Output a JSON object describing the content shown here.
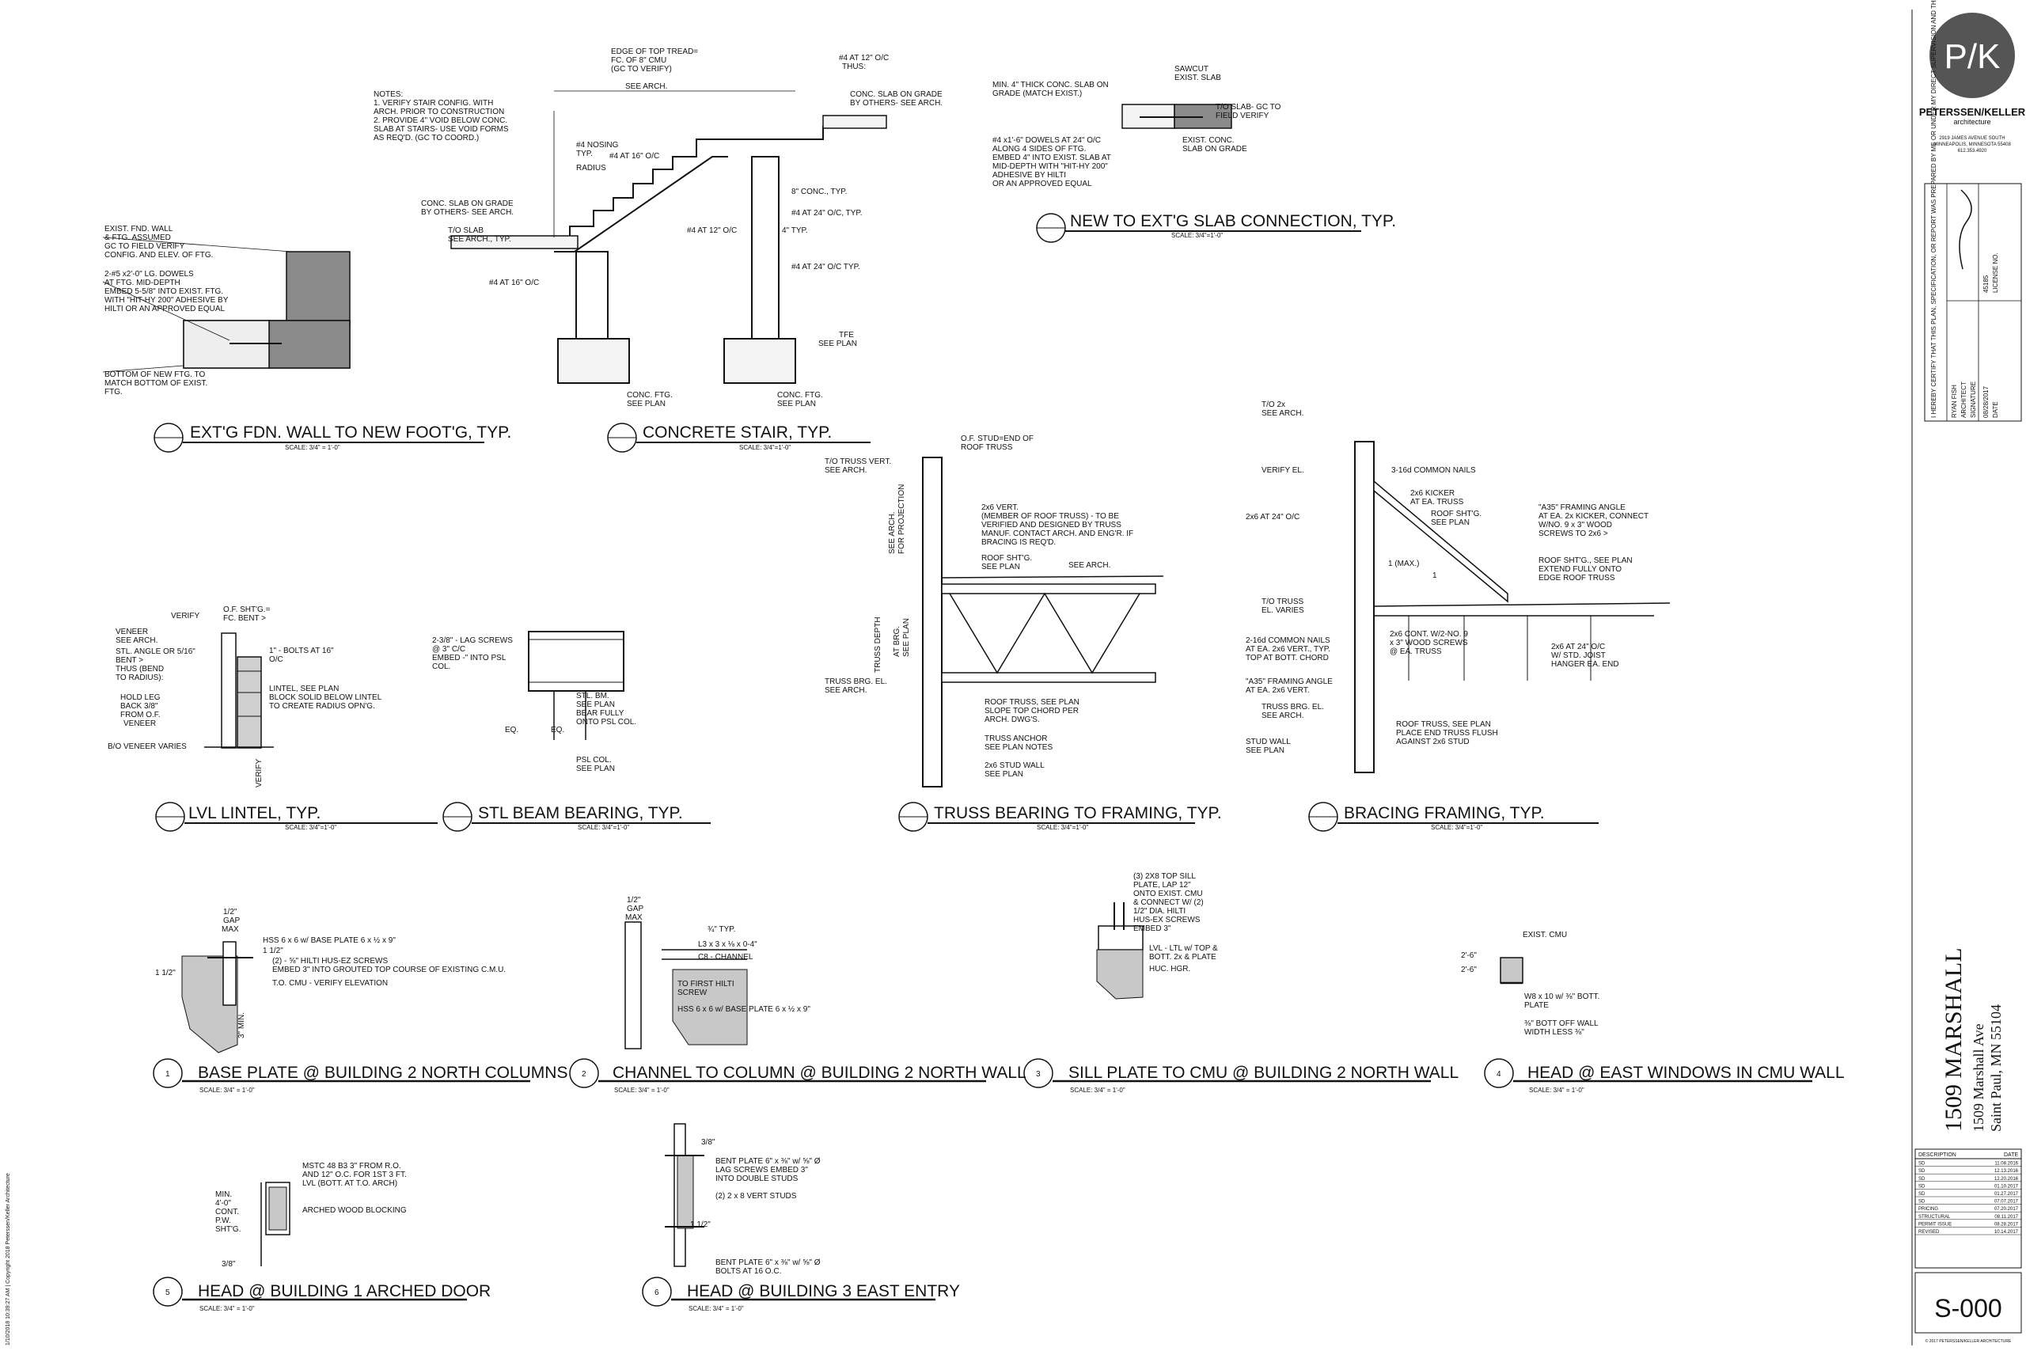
{
  "details": [
    {
      "id": "ext-fdn",
      "num": "",
      "title": "EXT'G FDN. WALL TO NEW FOOT'G, TYP.",
      "scale": "SCALE: 3/4\" = 1'-0\"",
      "notes": [
        "EXIST. FND. WALL",
        "& FTG. ASSUMED",
        "GC TO FIELD VERIFY",
        "CONFIG. AND ELEV. OF FTG.",
        "2-#5 x2'-0\" LG. DOWELS",
        "AT FTG. MID-DEPTH",
        "EMBED 5-5/8\" INTO EXIST. FTG.",
        "WITH \"HIT-HY 200\" ADHESIVE BY",
        "HILTI OR AN APPROVED EQUAL",
        "BOTTOM OF NEW FTG. TO",
        "MATCH BOTTOM OF EXIST.",
        "FTG."
      ]
    },
    {
      "id": "conc-stair",
      "num": "",
      "title": "CONCRETE STAIR, TYP.",
      "scale": "SCALE: 3/4\"=1'-0\"",
      "notes": [
        "NOTES:",
        "1.  VERIFY STAIR CONFIG. WITH",
        "     ARCH. PRIOR TO CONSTRUCTION",
        "2.  PROVIDE 4\" VOID BELOW CONC.",
        "     SLAB AT STAIRS- USE VOID FORMS",
        "     AS REQ'D. (GC TO COORD.)",
        "EDGE OF TOP TREAD=",
        "FC. OF 8\" CMU",
        "(GC TO VERIFY)",
        "SEE ARCH.",
        "#4 AT 12\" O/C",
        "THUS:",
        "CONC. SLAB ON GRADE",
        "BY OTHERS- SEE ARCH.",
        "#4 NOSING",
        "TYP.",
        "#4 AT 16\" O/C",
        "RADIUS",
        "8\" CONC., TYP.",
        "#4 AT 24\" O/C, TYP.",
        "CONC. SLAB ON GRADE",
        "BY OTHERS- SEE ARCH.",
        "T/O SLAB",
        "SEE ARCH., TYP.",
        "#4 AT 12\" O/C",
        "#4 AT 16\" O/C",
        "4\" TYP.",
        "#4 AT 24\" O/C TYP.",
        "TFE",
        "SEE PLAN",
        "CONC. FTG.",
        "SEE PLAN",
        "CONC. FTG.",
        "SEE PLAN"
      ]
    },
    {
      "id": "slab-conn",
      "num": "",
      "title": "NEW TO EXT'G SLAB CONNECTION, TYP.",
      "scale": "SCALE: 3/4\"=1'-0\"",
      "notes": [
        "MIN. 4\" THICK CONC. SLAB ON",
        "GRADE (MATCH EXIST.)",
        "SAWCUT",
        "EXIST. SLAB",
        "T/O SLAB- GC TO",
        "FIELD VERIFY",
        "#4 x1'-6\" DOWELS AT 24\" O/C",
        "ALONG 4 SIDES OF FTG.",
        "EMBED 4\" INTO EXIST. SLAB AT",
        "MID-DEPTH WITH \"HIT-HY 200\"",
        "ADHESIVE BY HILTI",
        "OR AN APPROVED EQUAL",
        "EXIST. CONC.",
        "SLAB ON GRADE"
      ]
    },
    {
      "id": "lvl-lintel",
      "num": "",
      "title": "LVL LINTEL, TYP.",
      "scale": "SCALE: 3/4\"=1'-0\"",
      "notes": [
        "VERIFY",
        "O.F. SHT'G.=",
        "FC. BENT >",
        "VENEER",
        "SEE ARCH.",
        "STL. ANGLE OR 5/16\"",
        "BENT >",
        "THUS (BEND",
        "TO RADIUS):",
        "HOLD LEG",
        "BACK 3/8\"",
        "FROM O.F.",
        "VENEER",
        "1\" - BOLTS AT 16\"",
        "O/C",
        "LINTEL, SEE PLAN",
        "BLOCK SOLID BELOW LINTEL",
        "TO CREATE RADIUS OPN'G.",
        "B/O VENEER VARIES",
        "VERIFY"
      ]
    },
    {
      "id": "stl-beam",
      "num": "",
      "title": "STL BEAM BEARING, TYP.",
      "scale": "SCALE: 3/4\"=1'-0\"",
      "notes": [
        "2-3/8\" - LAG SCREWS",
        "@ 3\" C/C",
        "EMBED -\" INTO PSL",
        "COL.",
        "STL. BM.",
        "SEE PLAN",
        "BEAR FULLY",
        "ONTO PSL COL.",
        "EQ.",
        "EQ.",
        "PSL COL.",
        "SEE PLAN"
      ]
    },
    {
      "id": "truss-bearing",
      "num": "",
      "title": "TRUSS BEARING TO FRAMING, TYP.",
      "scale": "SCALE: 3/4\"=1'-0\"",
      "notes": [
        "O.F. STUD=END OF",
        "ROOF TRUSS",
        "T/O TRUSS VERT.",
        "SEE ARCH.",
        "2x6 VERT.",
        "(MEMBER OF ROOF TRUSS) - TO BE",
        "VERIFIED AND DESIGNED BY TRUSS",
        "MANUF. CONTACT ARCH. AND ENG'R. IF",
        "BRACING IS REQ'D.",
        "ROOF SHT'G.",
        "SEE PLAN",
        "SEE ARCH.",
        "SEE ARCH.",
        "FOR PROJECTION",
        "TRUSS DEPTH",
        "AT BRG.",
        "SEE PLAN",
        "TRUSS BRG. EL.",
        "SEE ARCH.",
        "ROOF TRUSS, SEE PLAN",
        "SLOPE TOP CHORD PER",
        "ARCH. DWG'S.",
        "TRUSS ANCHOR",
        "SEE PLAN NOTES",
        "2x6 STUD WALL",
        "SEE PLAN"
      ]
    },
    {
      "id": "bracing",
      "num": "",
      "title": "BRACING FRAMING, TYP.",
      "scale": "SCALE: 3/4\"=1'-0\"",
      "notes": [
        "T/O 2x",
        "SEE ARCH.",
        "VERIFY EL.",
        "3-16d COMMON NAILS",
        "2x6 KICKER",
        "AT EA. TRUSS",
        "ROOF SHT'G.",
        "SEE PLAN",
        "2x6 AT 24\" O/C",
        "\"A35\" FRAMING ANGLE",
        "AT EA. 2x KICKER, CONNECT",
        "W/NO. 9 x 3\" WOOD",
        "SCREWS TO 2x6 >",
        "ROOF SHT'G., SEE PLAN",
        "EXTEND FULLY ONTO",
        "EDGE ROOF TRUSS",
        "1 (MAX.)",
        "1",
        "T/O TRUSS",
        "EL. VARIES",
        "2-16d COMMON NAILS",
        "AT EA. 2x6 VERT., TYP.",
        "TOP AT BOTT. CHORD",
        "2x6 CONT. W/2-NO. 9",
        "x 3\" WOOD SCREWS",
        "@ EA. TRUSS",
        "2x6 AT 24\" O/C",
        "W/ STD. JOIST",
        "HANGER EA. END",
        "\"A35\" FRAMING ANGLE",
        "AT EA. 2x6 VERT.",
        "TRUSS BRG. EL.",
        "SEE ARCH.",
        "ROOF TRUSS, SEE PLAN",
        "PLACE END TRUSS FLUSH",
        "AGAINST 2x6 STUD",
        "STUD WALL",
        "SEE PLAN"
      ]
    },
    {
      "id": "base-plate",
      "num": "1",
      "title": "BASE PLATE @ BUILDING 2 NORTH COLUMNS",
      "scale": "SCALE: 3/4\" = 1'-0\"",
      "notes": [
        "1/2\"",
        "GAP",
        "MAX",
        "HSS 6 x 6 w/ BASE PLATE 6 x ½ x 9\"",
        "1 1/2\"",
        "(2) - ⅝\" HILTI HUS-EZ SCREWS",
        "EMBED 3\" INTO GROUTED TOP COURSE OF EXISTING C.M.U.",
        "1 1/2\"",
        "T.O. CMU - VERIFY ELEVATION",
        "3\" MIN."
      ]
    },
    {
      "id": "channel",
      "num": "2",
      "title": "CHANNEL TO COLUMN @ BUILDING 2 NORTH WALL",
      "scale": "SCALE: 3/4\" = 1'-0\"",
      "notes": [
        "1/2\"",
        "GAP",
        "MAX",
        "¾\"   TYP.",
        "L3 x 3 x ⅛ x 0-4\"",
        "C8 - CHANNEL",
        "TO FIRST HILTI",
        "SCREW",
        "HSS 6 x 6 w/ BASE PLATE 6 x ½ x 9\""
      ]
    },
    {
      "id": "sill-plate",
      "num": "3",
      "title": "SILL PLATE TO CMU @ BUILDING 2 NORTH WALL",
      "scale": "SCALE: 3/4\" = 1'-0\"",
      "notes": [
        "(3) 2X8 TOP SILL",
        "PLATE, LAP 12\"",
        "ONTO EXIST. CMU",
        "& CONNECT W/ (2)",
        "1/2\" DIA. HILTI",
        "HUS-EX SCREWS",
        "EMBED 3\"",
        "LVL - LTL w/ TOP &",
        "BOTT. 2x & PLATE",
        "HUC. HGR."
      ]
    },
    {
      "id": "head-east",
      "num": "4",
      "title": "HEAD @ EAST WINDOWS IN CMU WALL",
      "scale": "SCALE: 3/4\" = 1'-0\"",
      "notes": [
        "EXIST. CMU",
        "2'-6\"",
        "2'-6\"",
        "W8 x 10 w/ ⅜\" BOTT.",
        "PLATE",
        "⅜\" BOTT OFF WALL",
        "WIDTH LESS ⅜\""
      ]
    },
    {
      "id": "head-arched",
      "num": "5",
      "title": "HEAD @ BUILDING 1 ARCHED DOOR",
      "scale": "SCALE: 3/4\" = 1'-0\"",
      "notes": [
        "MSTC 48 B3 3\" FROM R.O.",
        "AND 12\" O.C. FOR 1ST 3 FT.",
        "LVL (BOTT. AT T.O. ARCH)",
        "ARCHED WOOD BLOCKING",
        "MIN.",
        "4'-0\"",
        "CONT.",
        "P.W.",
        "SHT'G.",
        "3/8\""
      ]
    },
    {
      "id": "head-entry",
      "num": "6",
      "title": "HEAD @ BUILDING 3 EAST ENTRY",
      "scale": "SCALE: 3/4\" = 1'-0\"",
      "notes": [
        "3/8\"",
        "BENT PLATE 6\" x ⅜\" w/ ⅝\" Ø",
        "LAG SCREWS EMBED 3\"",
        "INTO DOUBLE STUDS",
        "(2) 2 x 8 VERT STUDS",
        "1 1/2\"",
        "BENT PLATE 6\" x ⅜\" w/ ⅝\" Ø",
        "BOLTS AT 16 O.C."
      ]
    }
  ],
  "title_block": {
    "logo": "P/K",
    "firm": "PETERSSEN/KELLER",
    "firm_sub": "architecture",
    "address": "2919 JAMES AVENUE SOUTH",
    "city": "MINNEAPOLIS, MINNESOTA 55408",
    "phone": "612.353.4920",
    "certification": "I HEREBY CERTIFY THAT THIS PLAN, SPECIFICATION, OR REPORT WAS PREPARED BY ME OR UNDER MY DIRECT SUPERVISION AND THAT I AM A DULY LICENSED ARCHITECT UNDER THE LAWS OF THE STATE OF MINNESOTA",
    "architect_name": "RYAN FISH",
    "architect_role": "ARCHITECT",
    "signature_label": "SIGNATURE",
    "date_value": "08/28/2017",
    "date_label": "DATE",
    "license_no": "45185",
    "license_label": "LICENSE NO.",
    "project_name": "1509 MARSHALL",
    "project_address1": "1509 Marshall Ave",
    "project_address2": "Saint Paul, MN 55104",
    "rev_header_desc": "DESCRIPTION",
    "rev_header_date": "DATE",
    "revisions": [
      {
        "desc": "SD",
        "date": "11.08.2016"
      },
      {
        "desc": "SD",
        "date": "12.13.2016"
      },
      {
        "desc": "SD",
        "date": "12.20.2016"
      },
      {
        "desc": "SD",
        "date": "01.10.2017"
      },
      {
        "desc": "SD",
        "date": "01.27.2017"
      },
      {
        "desc": "SD",
        "date": "07.07.2017"
      },
      {
        "desc": "PRICING",
        "date": "07.20.2017"
      },
      {
        "desc": "STRUCTURAL",
        "date": "08.11.2017"
      },
      {
        "desc": "PERMIT ISSUE",
        "date": "08.28.2017"
      },
      {
        "desc": "REVISED",
        "date": "10.14.2017"
      }
    ],
    "sheet_number": "S-000",
    "copyright": "© 2017 PETERSSEN/KELLER ARCHITECTURE"
  },
  "side_note": "1/10/2018 10:39:27 AM | Copyright 2018 Peterssen/Keller Architecture"
}
